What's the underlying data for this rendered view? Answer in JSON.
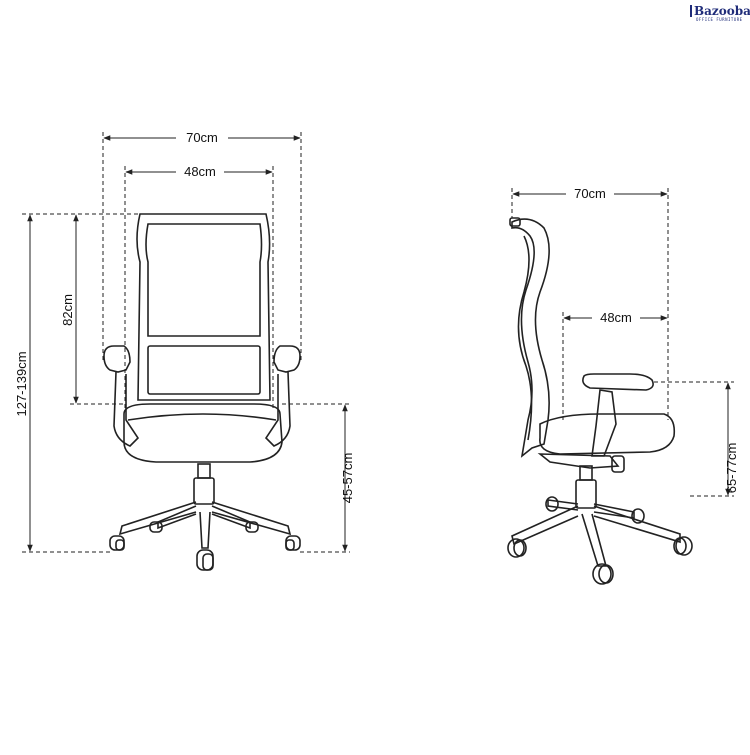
{
  "brand": {
    "name": "Bazooband",
    "tagline": "OFFICE FURNITURE",
    "color": "#1f2c79"
  },
  "front_view": {
    "overall_width": "70cm",
    "backrest_width": "48cm",
    "backrest_height": "82cm",
    "total_height": "127-139cm",
    "seat_height": "45-57cm"
  },
  "side_view": {
    "overall_depth": "70cm",
    "seat_depth": "48cm",
    "armrest_height": "65-77cm"
  },
  "colors": {
    "line": "#222222",
    "dimension": "#222222"
  }
}
